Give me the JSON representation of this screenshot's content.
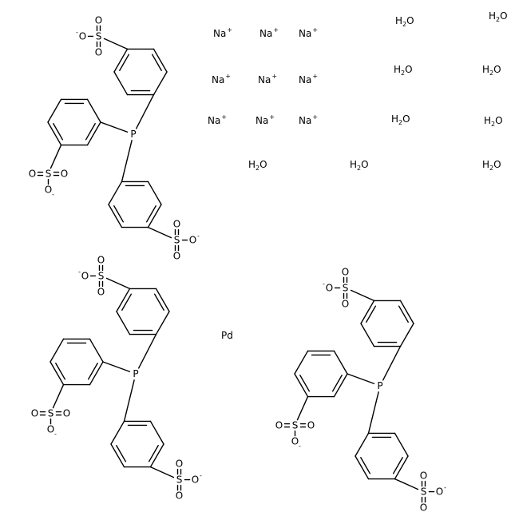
{
  "metal": "Pd",
  "sodium_ions": {
    "symbol": "Na",
    "charge": "+",
    "count": 9
  },
  "waters": {
    "formula_main": "H",
    "formula_sub": "2",
    "formula_tail": "O",
    "count": 9
  },
  "ligands": [
    {
      "name": "ligand-top-left"
    },
    {
      "name": "ligand-bottom-left"
    },
    {
      "name": "ligand-bottom-right"
    }
  ],
  "sulfonate": {
    "S": "S",
    "O": "O",
    "O_minus": "O",
    "charge": "-"
  },
  "phosphorus": "P"
}
